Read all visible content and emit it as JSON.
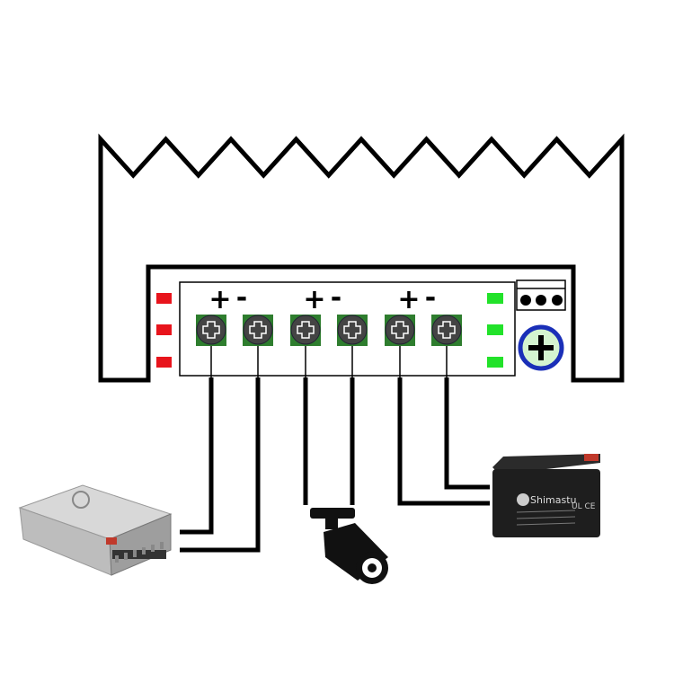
{
  "diagram": {
    "terminal_labels": [
      {
        "plus": "+",
        "minus": "-"
      },
      {
        "plus": "+",
        "minus": "-"
      },
      {
        "plus": "+",
        "minus": "-"
      }
    ],
    "colors": {
      "fault_led": "#e8141c",
      "ok_led": "#22e22a",
      "terminal_pad": "#2e7d2e",
      "screw": "#444444",
      "adjust_ring": "#1a2fb8",
      "adjust_fill": "#d4f4d0"
    },
    "devices": {
      "power_supply": "power-supply",
      "camera": "cctv-camera",
      "battery_brand": "Shimastu"
    }
  }
}
